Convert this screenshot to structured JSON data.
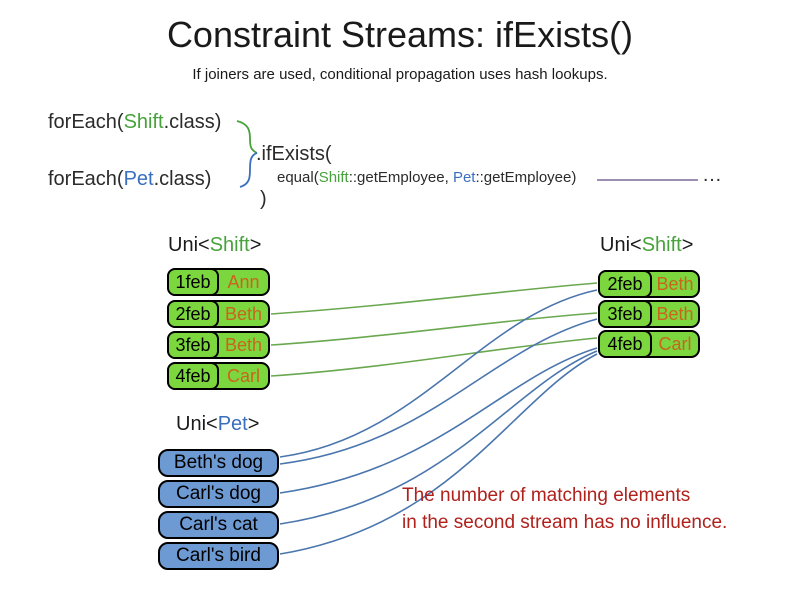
{
  "slide": {
    "title": "Constraint Streams: ifExists()",
    "subtitle": "If joiners are used, conditional propagation uses hash lookups."
  },
  "code": {
    "foreach_shift": {
      "prefix": "forEach(",
      "class_name": "Shift",
      "suffix": ".class)"
    },
    "foreach_pet": {
      "prefix": "forEach(",
      "class_name": "Pet",
      "suffix": ".class)"
    },
    "if_exists_open": ".ifExists(",
    "equal_joiner": {
      "prefix": "equal(",
      "shift_class": "Shift",
      "shift_method": "::getEmployee, ",
      "pet_class": "Pet",
      "pet_method": "::getEmployee)"
    },
    "if_exists_close": ")",
    "ellipsis": "…"
  },
  "left_shift_table": {
    "label": {
      "prefix": "Uni<",
      "type_name": "Shift",
      "suffix": ">"
    },
    "rows": [
      {
        "date": "1feb",
        "employee": "Ann"
      },
      {
        "date": "2feb",
        "employee": "Beth"
      },
      {
        "date": "3feb",
        "employee": "Beth"
      },
      {
        "date": "4feb",
        "employee": "Carl"
      }
    ]
  },
  "right_shift_table": {
    "label": {
      "prefix": "Uni<",
      "type_name": "Shift",
      "suffix": ">"
    },
    "rows": [
      {
        "date": "2feb",
        "employee": "Beth"
      },
      {
        "date": "3feb",
        "employee": "Beth"
      },
      {
        "date": "4feb",
        "employee": "Carl"
      }
    ]
  },
  "pet_table": {
    "label": {
      "prefix": "Uni<",
      "type_name": "Pet",
      "suffix": ">"
    },
    "rows": [
      "Beth's dog",
      "Carl's dog",
      "Carl's cat",
      "Carl's bird"
    ]
  },
  "note": {
    "line1": "The number of matching elements",
    "line2": "in the second stream has no influence."
  },
  "colors": {
    "shift_text_green": "#47a23b",
    "shift_box_green": "#7cd63e",
    "pet_text_blue": "#3a6fbd",
    "pet_box_blue": "#6d9ad3",
    "employee_text_orange": "#c9651d",
    "match_line_green": "#6aa84f",
    "match_line_blue": "#4a76ad",
    "joiner_line_purple": "#7a6a9a",
    "note_red": "#b0211c"
  },
  "connections": {
    "green_matches": [
      {
        "from": "left-shift-2feb",
        "to": "right-shift-2feb"
      },
      {
        "from": "left-shift-3feb",
        "to": "right-shift-3feb"
      },
      {
        "from": "left-shift-4feb",
        "to": "right-shift-4feb"
      }
    ],
    "blue_matches": [
      {
        "from": "pet-beths-dog",
        "to": "right-shift-2feb"
      },
      {
        "from": "pet-beths-dog",
        "to": "right-shift-3feb"
      },
      {
        "from": "pet-carls-dog",
        "to": "right-shift-4feb"
      },
      {
        "from": "pet-carls-cat",
        "to": "right-shift-4feb"
      },
      {
        "from": "pet-carls-bird",
        "to": "right-shift-4feb"
      }
    ]
  }
}
